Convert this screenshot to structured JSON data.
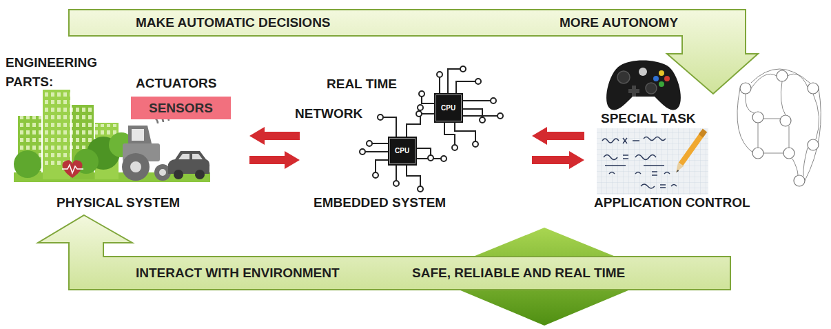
{
  "diagram": {
    "nodes": [
      {
        "text": [
          "MAKE AUTOMATIC DECISIONS",
          "MORE AUTONOMY"
        ]
      },
      {
        "text": [
          "SENSORS"
        ]
      },
      {
        "text": [
          "CPU"
        ]
      },
      {
        "text": [
          "CPU"
        ]
      },
      {
        "text": [
          "INTERACT WITH ENVIRONMENT",
          "SAFE, RELIABLE AND REAL TIME"
        ]
      }
    ],
    "labels": [
      "ENGINEERING PARTS:",
      "ACTUATORS",
      "PHYSICAL SYSTEM",
      "REAL TIME",
      "NETWORK",
      "EMBEDDED SYSTEM",
      "SPECIAL TASK",
      "APPLICATION CONTROL"
    ]
  }
}
